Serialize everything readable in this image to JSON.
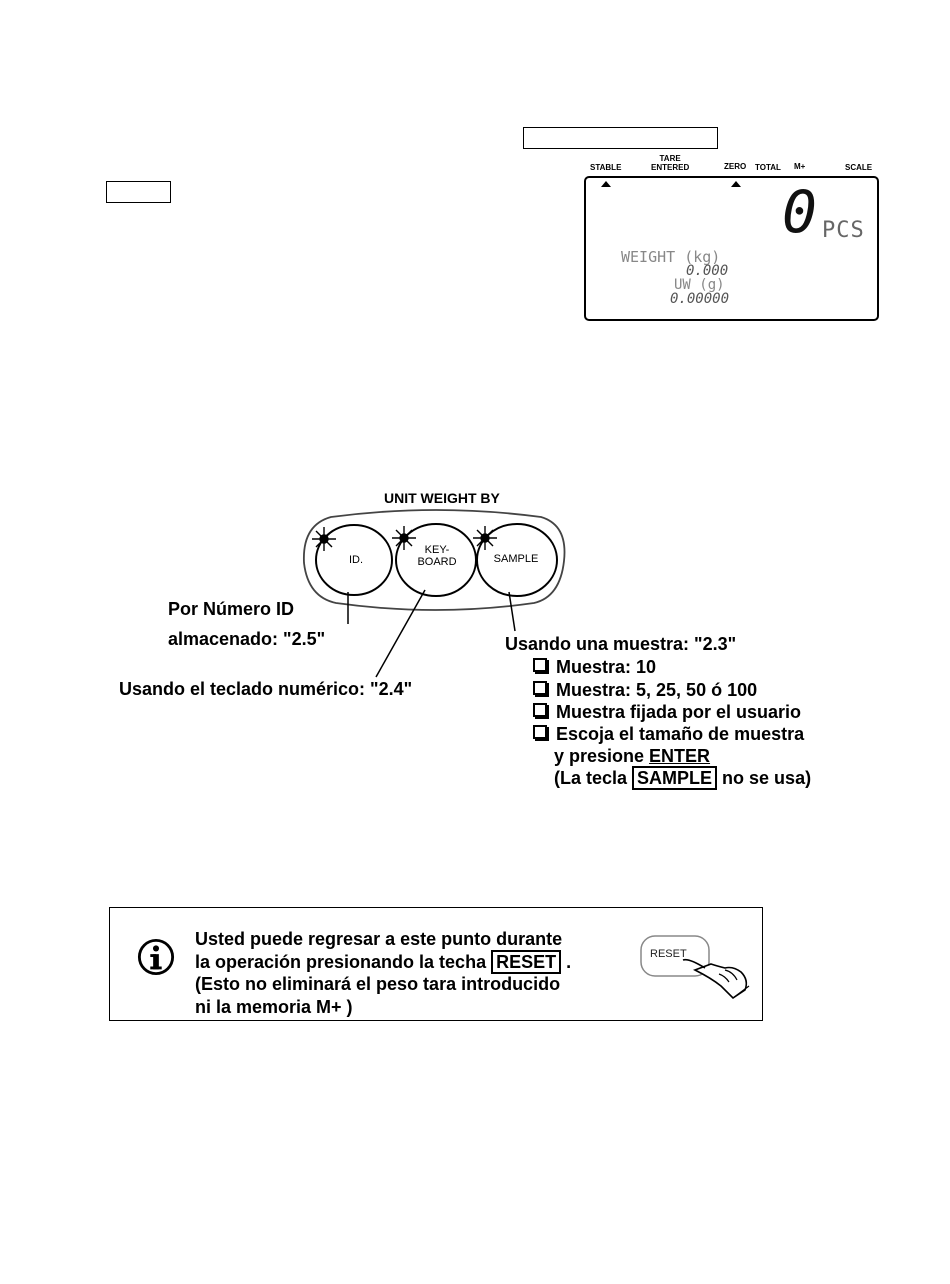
{
  "lcd": {
    "indicators": [
      "STABLE",
      "TARE ENTERED",
      "ZERO",
      "TOTAL",
      "M+",
      "SCALE"
    ],
    "indicator_stable": "STABLE",
    "indicator_tare_line1": "TARE",
    "indicator_tare_line2": "ENTERED",
    "indicator_zero": "ZERO",
    "indicator_total": "TOTAL",
    "indicator_mplus": "M+",
    "indicator_scale": "SCALE",
    "count_value": "0",
    "count_unit": "PCS",
    "weight_label": "WEIGHT (kg)",
    "weight_value": "0.000",
    "uw_label": "UW (g)",
    "uw_value": "0.00000"
  },
  "keypad": {
    "title": "UNIT WEIGHT BY",
    "key_id": "ID.",
    "key_keyboard_line1": "KEY-",
    "key_keyboard_line2": "BOARD",
    "key_sample": "SAMPLE"
  },
  "callouts": {
    "id_line1": "Por Número ID",
    "id_line2": "almacenado: \"2.5\"",
    "keyboard": "Usando el teclado numérico: \"2.4\"",
    "sample_heading": "Usando una muestra: \"2.3\"",
    "sample_options": [
      "Muestra: 10",
      "Muestra: 5, 25, 50 ó 100",
      "Muestra fijada por el usuario",
      "Escoja el tamaño de muestra"
    ],
    "sample_option4_line2_prefix": "y presione ",
    "sample_option4_line2_key": "ENTER",
    "sample_note_prefix": "(La tecla ",
    "sample_note_key": "SAMPLE",
    "sample_note_suffix": " no se usa)"
  },
  "note": {
    "line1": "Usted puede regresar a este punto durante",
    "line2_prefix": "la operación presionando la techa ",
    "line2_key": "RESET",
    "line2_suffix": " .",
    "line3": "(Esto no eliminará el peso tara introducido",
    "line4": "ni la memoria M+ )",
    "button_label": "RESET",
    "icon": "info-icon"
  }
}
